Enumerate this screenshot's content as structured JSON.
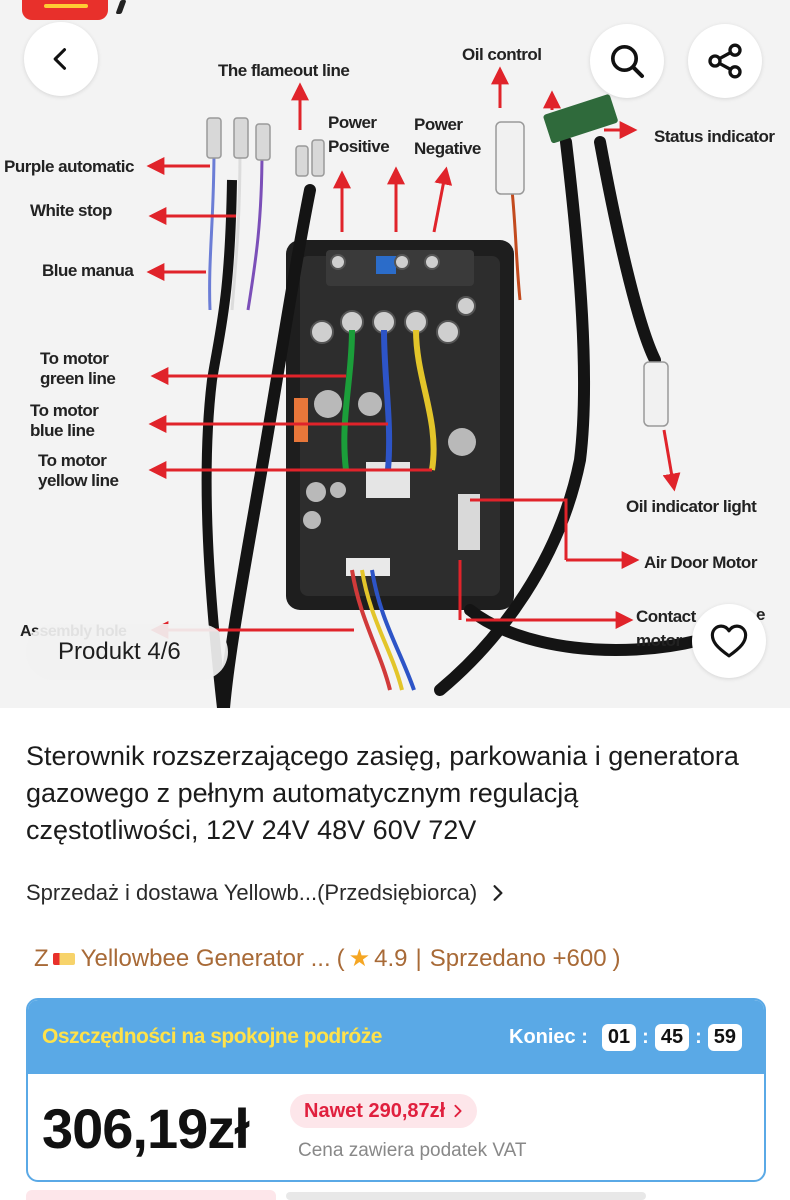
{
  "image": {
    "counter": "Produkt 4/6",
    "labels": {
      "flameout": "The flameout line",
      "power_pos_1": "Power",
      "power_pos_2": "Positive",
      "power_neg_1": "Power",
      "power_neg_2": "Negative",
      "oil_control": "Oil control",
      "status_indicator": "Status indicator",
      "purple_automatic": "Purple automatic",
      "white_stop": "White stop",
      "blue_manua": "Blue manua",
      "green_1": "To motor",
      "green_2": "green line",
      "blue_1": "To motor",
      "blue_2": "blue line",
      "yellow_1": "To motor",
      "yellow_2": "yellow line",
      "oil_indicator": "Oil indicator light",
      "air_door": "Air Door Motor",
      "contact_1": "Contact",
      "contact_1b": "e",
      "contact_2": "motor",
      "assembly": "Assembly hole"
    }
  },
  "product": {
    "title": "Sterownik rozszerzającego zasięg, parkowania i generatora gazowego z pełnym automatycznym regulacją częstotliwości, 12V 24V 48V 60V 72V",
    "seller_line": "Sprzedaż i dostawa Yellowb...(Przedsiębiorca)",
    "store_prefix": "Z",
    "store_name": "Yellowbee Generator ...",
    "store_open": "(",
    "rating": "4.9",
    "store_sep": "|",
    "sold": "Sprzedano +600",
    "store_close": ")"
  },
  "deal": {
    "promo": "Oszczędności na spokojne podróże",
    "ends_label": "Koniec :",
    "timer": [
      "01",
      "45",
      "59"
    ],
    "price": "306,19zł",
    "badge": "Nawet 290,87zł",
    "vat": "Cena zawiera podatek VAT"
  },
  "colors": {
    "deal_blue": "#5aa9e6",
    "promo_yellow": "#ffe24a",
    "badge_red": "#e0203e",
    "store_brown": "#a86a37",
    "arrow_red": "#e0232a"
  },
  "icons": {
    "back": "chevron-left-icon",
    "search": "search-icon",
    "share": "share-icon",
    "favorite": "heart-icon",
    "seller_chevron": "chevron-right-icon",
    "rating_star": "star-icon"
  }
}
